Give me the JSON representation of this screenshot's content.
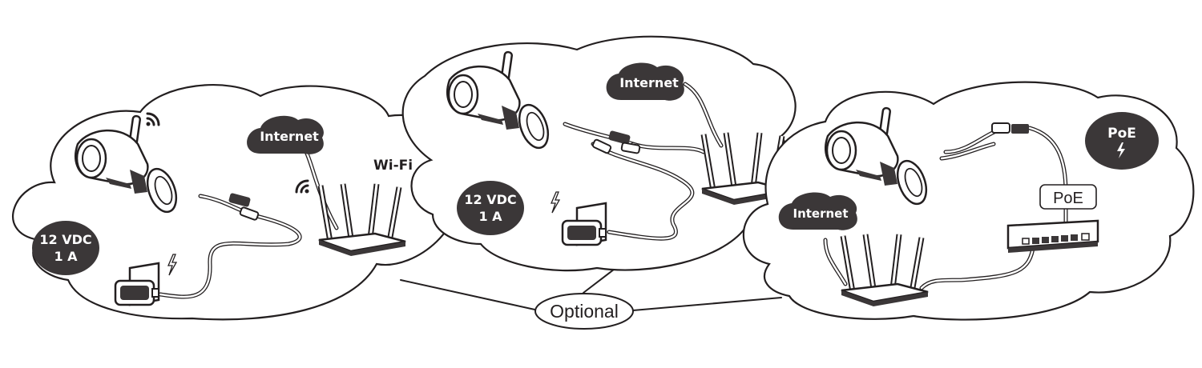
{
  "scenario_left": {
    "internet_label": "Internet",
    "wifi_label": "Wi-Fi",
    "power_line1": "12 VDC",
    "power_line2": "1 A"
  },
  "scenario_middle": {
    "internet_label": "Internet",
    "power_line1": "12 VDC",
    "power_line2": "1 A"
  },
  "scenario_right": {
    "internet_label": "Internet",
    "poe_badge_label": "PoE",
    "poe_switch_label": "PoE"
  },
  "optional_label": "Optional"
}
